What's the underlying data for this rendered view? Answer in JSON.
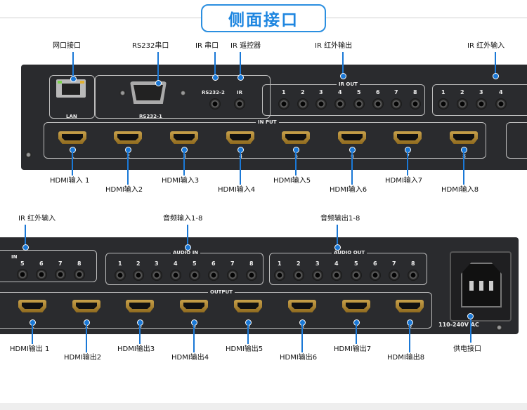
{
  "title": "侧面接口",
  "top_labels": {
    "lan": "网口接口",
    "rs232": "RS232串口",
    "ir_serial": "IR 串口",
    "ir_remote": "IR 遥控器",
    "ir_out": "IR 红外输出",
    "ir_in": "IR 红外输入"
  },
  "top_panel": {
    "lan_label": "LAN",
    "rs232_1_label": "RS232-1",
    "rs232_2_label": "RS232-2",
    "ir_label": "IR",
    "ir_out_title": "IR OUT",
    "input_title": "IN PUT",
    "numbers": [
      "1",
      "2",
      "3",
      "4",
      "5",
      "6",
      "7",
      "8"
    ]
  },
  "hdmi_inputs": [
    "HDMI输入 1",
    "HDMI输入2",
    "HDMI输入3",
    "HDMI输入4",
    "HDMI输入5",
    "HDMI输入6",
    "HDMI输入7",
    "HDMI输入8"
  ],
  "bottom_labels": {
    "ir_in": "IR 红外输入",
    "audio_in": "音频输入1-8",
    "audio_out": "音频输出1-8",
    "power": "供电接口"
  },
  "bottom_panel": {
    "in_label": "IN",
    "audio_in_title": "AUDIO IN",
    "audio_out_title": "AUDIO OUT",
    "output_title": "OUTPUT",
    "voltage": "110-240V AC",
    "numbers": [
      "1",
      "2",
      "3",
      "4",
      "5",
      "6",
      "7",
      "8"
    ],
    "ir_in_numbers": [
      "5",
      "6",
      "7",
      "8"
    ]
  },
  "hdmi_outputs": [
    "HDMI输出 1",
    "HDMI输出2",
    "HDMI输出3",
    "HDMI输出4",
    "HDMI输出5",
    "HDMI输出6",
    "HDMI输出7",
    "HDMI输出8"
  ],
  "colors": {
    "accent": "#1a78d6",
    "panel": "#2a2b2e",
    "connector_gold": "#c8a14a"
  }
}
